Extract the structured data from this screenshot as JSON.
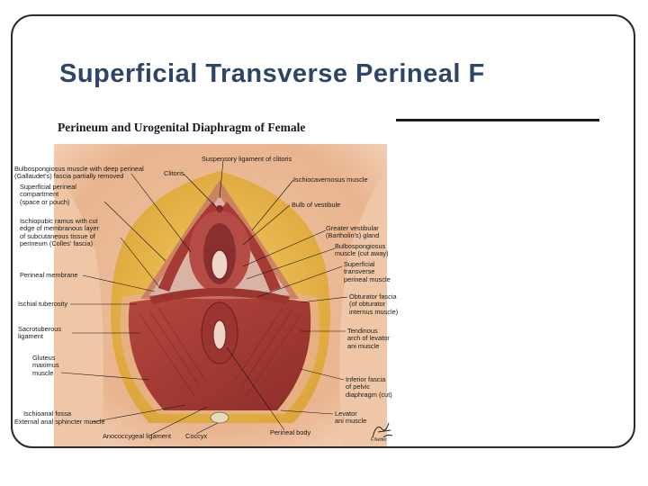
{
  "slide": {
    "title": "Superficial Transverse Perineal F"
  },
  "plate": {
    "title": "Perineum and Urogenital Diaphragm of Female",
    "signature": "F.Netter",
    "labels_left": [
      "Bulbospongiosus muscle with deep perineal\n(Gallaudet's) fascia partially removed",
      "Superficial perineal\ncompartment\n(space or pouch)",
      "Ischiopubic ramus with cut\nedge of membranous layer\nof subcutaneous tissue of\nperineum (Colles' fascia)",
      "Perineal membrane",
      "Ischial tuberosity",
      "Sacrotuberous\nligament",
      "Gluteus\nmaximus\nmuscle",
      "Ischioanal fossa",
      "External anal sphincter muscle"
    ],
    "labels_top": [
      "Suspensory ligament of clitoris",
      "Clitoris"
    ],
    "labels_right": [
      "Ischiocavernosus muscle",
      "Bulb of vestibule",
      "Greater vestibular\n(Bartholin's) gland",
      "Bulbospongiosus\nmuscle (cut away)",
      "Superficial\ntransverse\nperineal muscle",
      "Obturator fascia\n(of obturator\ninternus muscle)",
      "Tendinous\narch of levator\nani muscle",
      "Inferior fascia\nof pelvic\ndiaphragm (cut)",
      "Levator\nani muscle"
    ],
    "labels_bottom": [
      "Anococcygeal ligament",
      "Coccyx",
      "Perineal body"
    ]
  }
}
